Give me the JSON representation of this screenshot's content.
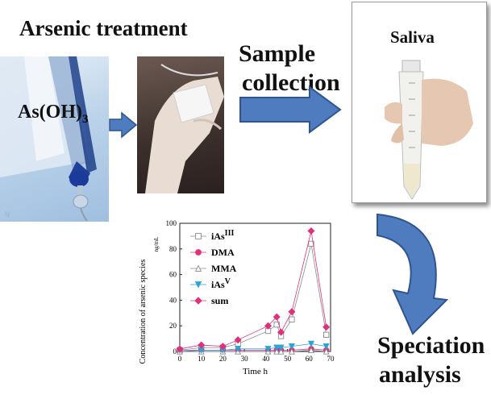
{
  "title": "Arsenic treatment",
  "drug_label": "As(OH)",
  "drug_label_sub": "3",
  "step_sample_line1": "Sample",
  "step_sample_line2": "collection",
  "saliva_label": "Saliva",
  "step_speciation_line1": "Speciation",
  "step_speciation_line2": "analysis",
  "colors": {
    "arrow_fill": "#4f7cbf",
    "arrow_stroke": "#2e5590",
    "series_iAsIII": "#8a8a8a",
    "series_DMA": "#e0307a",
    "series_MMA": "#8a8a8a",
    "series_iAsV": "#2aa3d6",
    "series_sum": "#e0307a"
  },
  "icons": {
    "down_arrow": "curved-arrow-icon",
    "right_arrow_1": "right-arrow-icon",
    "right_arrow_2": "right-arrow-icon"
  },
  "chart_data": {
    "type": "line",
    "xlabel": "Time h",
    "ylabel": "Concentration of arsenic species",
    "ylabel_unit": "ng/mL",
    "xlim": [
      0,
      70
    ],
    "ylim": [
      0,
      100
    ],
    "xticks": [
      0,
      10,
      20,
      30,
      40,
      50,
      60,
      70
    ],
    "yticks": [
      0,
      20,
      40,
      60,
      80,
      100
    ],
    "x": [
      0,
      10,
      20,
      27,
      41,
      45,
      47,
      52,
      61,
      68
    ],
    "legend": [
      {
        "name": "iAs",
        "sup": "III",
        "marker": "open-square"
      },
      {
        "name": "DMA",
        "sup": "",
        "marker": "filled-circle"
      },
      {
        "name": "MMA",
        "sup": "",
        "marker": "open-triangle"
      },
      {
        "name": "iAs",
        "sup": "V",
        "marker": "filled-down-triangle"
      },
      {
        "name": "sum",
        "sup": "",
        "marker": "filled-diamond"
      }
    ],
    "series": [
      {
        "name": "iAsIII",
        "marker": "open-square",
        "values": [
          1,
          3,
          3,
          6,
          16,
          21,
          12,
          25,
          84,
          13
        ]
      },
      {
        "name": "DMA",
        "marker": "filled-circle",
        "values": [
          0,
          1,
          1,
          1,
          1,
          1,
          1,
          1,
          2,
          1
        ]
      },
      {
        "name": "MMA",
        "marker": "open-triangle",
        "values": [
          0,
          0,
          0,
          0,
          0,
          0,
          0,
          0,
          1,
          0
        ]
      },
      {
        "name": "iAsV",
        "marker": "filled-down-triangle",
        "values": [
          1,
          1,
          1,
          2,
          2,
          3,
          3,
          4,
          6,
          4
        ]
      },
      {
        "name": "sum",
        "marker": "filled-diamond",
        "values": [
          2,
          5,
          4,
          9,
          20,
          27,
          15,
          31,
          94,
          19
        ]
      }
    ]
  }
}
